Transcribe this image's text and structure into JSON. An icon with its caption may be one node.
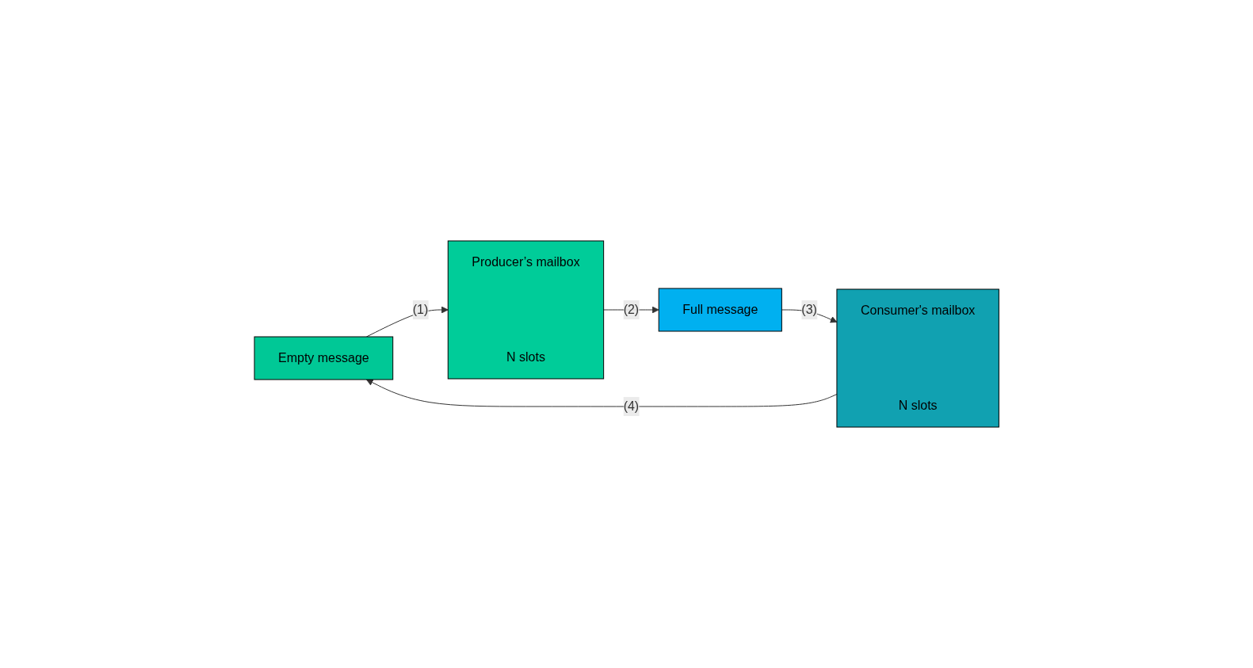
{
  "diagram": {
    "nodes": [
      {
        "text": [
          "Empty message"
        ]
      },
      {
        "text": [
          "Producer’s mailbox",
          "N slots"
        ]
      },
      {
        "text": [
          "Full message"
        ]
      },
      {
        "text": [
          "Consumer's mailbox",
          "N slots"
        ]
      }
    ],
    "edges": [
      {
        "from": 0,
        "to": 1,
        "arrow": "to",
        "label": "(1)"
      },
      {
        "from": 1,
        "to": 2,
        "arrow": "to",
        "label": "(2)"
      },
      {
        "from": 2,
        "to": 3,
        "arrow": "to",
        "label": "(3)"
      },
      {
        "from": 3,
        "to": 0,
        "arrow": "to",
        "label": "(4)"
      }
    ]
  }
}
